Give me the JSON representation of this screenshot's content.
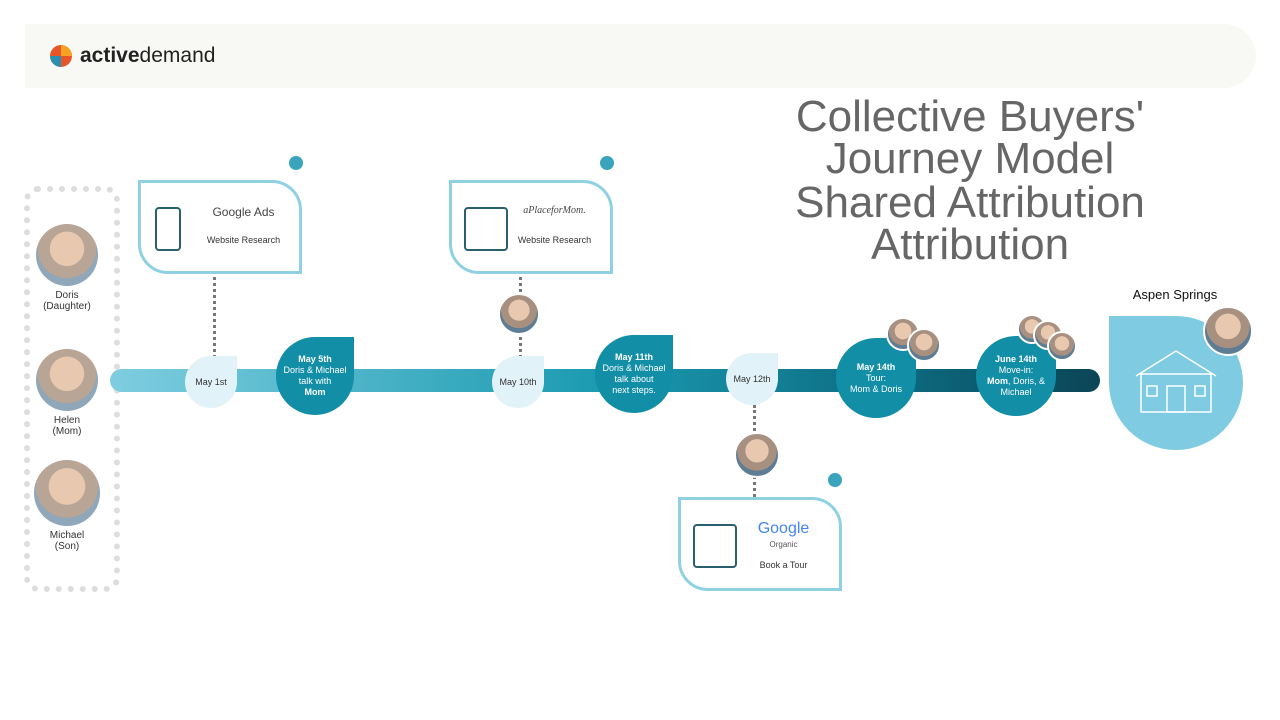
{
  "brand": {
    "bold": "active",
    "light": "demand"
  },
  "titles": {
    "a_line1": "Collective Buyers'",
    "a_line2": "Journey Model",
    "b_line1": "Shared Attribution",
    "b_line2": "Attribution"
  },
  "people": [
    {
      "name": "Doris",
      "role": "(Daughter)"
    },
    {
      "name": "Helen",
      "role": "(Mom)"
    },
    {
      "name": "Michael",
      "role": "(Son)"
    }
  ],
  "cards": [
    {
      "brand": "Google Ads",
      "caption": "Website Research"
    },
    {
      "brand": "aPlaceforMom.",
      "caption": "Website Research"
    },
    {
      "brand": "Google",
      "sub": "Organic",
      "caption": "Book a Tour"
    }
  ],
  "milestones": {
    "m1": "May 1st",
    "m2": {
      "date": "May 5th",
      "l1": "Doris & Michael",
      "l2": "talk with",
      "l3": "Mom"
    },
    "m3": "May 10th",
    "m4": {
      "date": "May 11th",
      "l1": "Doris & Michael",
      "l2": "talk about",
      "l3": "next steps."
    },
    "m5": "May 12th",
    "m6": {
      "date": "May 14th",
      "l1": "Tour:",
      "l2": "Mom & Doris"
    },
    "m7": {
      "date": "June 14th",
      "l1": "Move-in:",
      "l2b": "Mom",
      "l2": ", Doris, &",
      "l3": "Michael"
    }
  },
  "destination": "Aspen Springs"
}
